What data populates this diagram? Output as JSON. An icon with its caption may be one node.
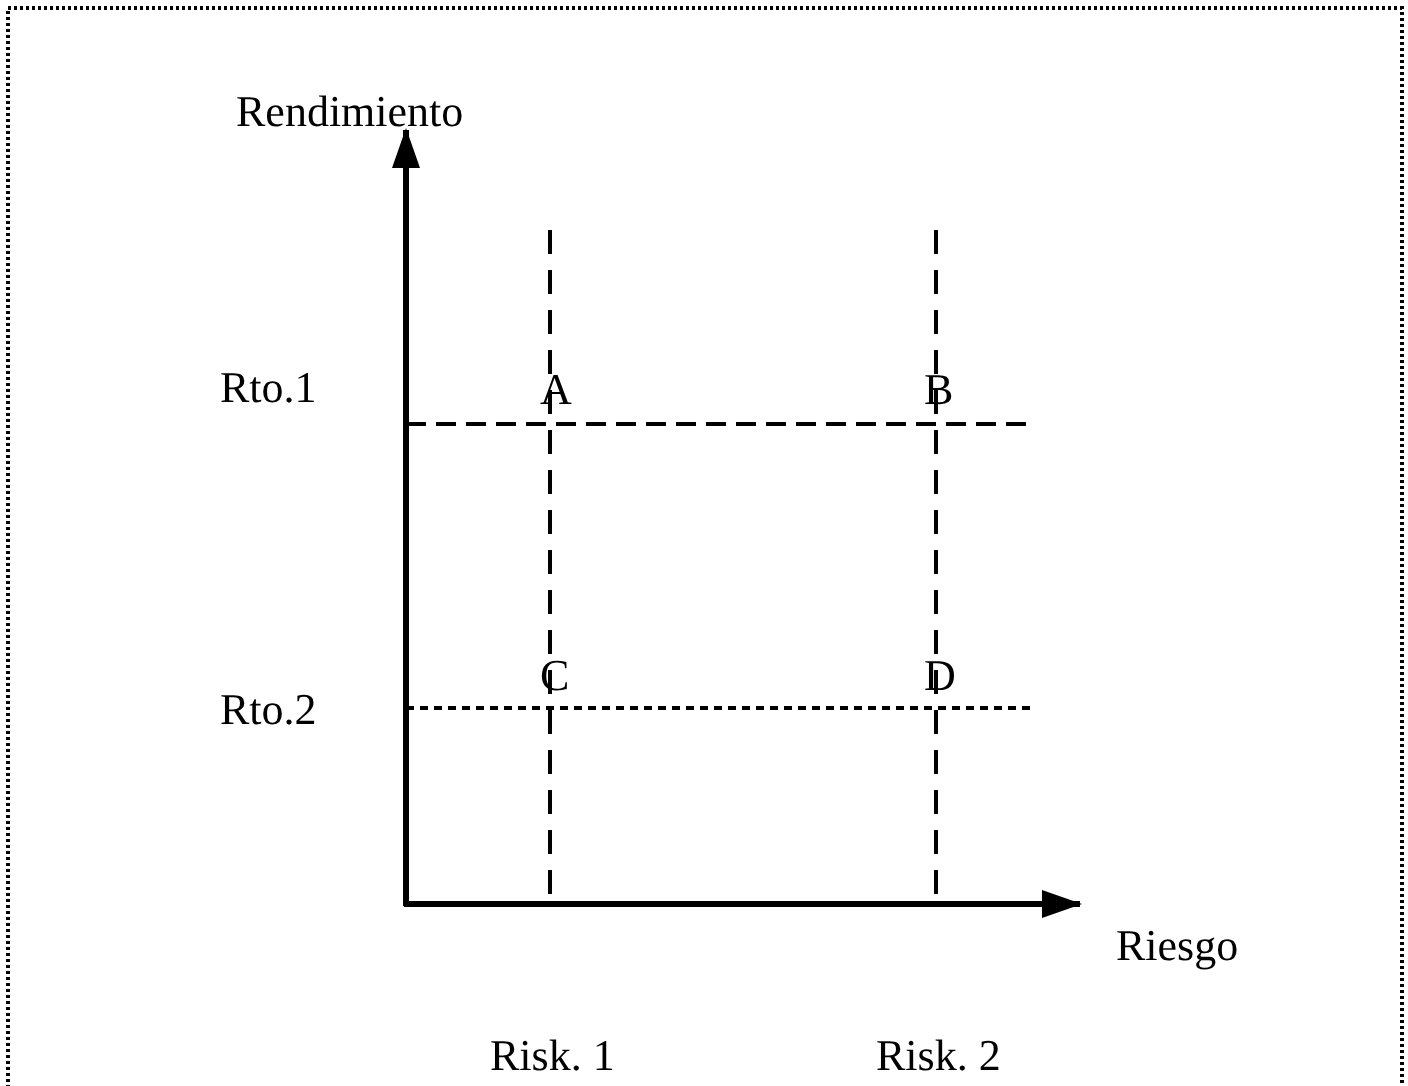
{
  "diagram": {
    "labels": [
      "Rendimiento",
      "Rto.1",
      "A",
      "B",
      "Rto.2",
      "C",
      "D",
      "Riesgo",
      "Risk. 1",
      "Risk. 2"
    ]
  }
}
